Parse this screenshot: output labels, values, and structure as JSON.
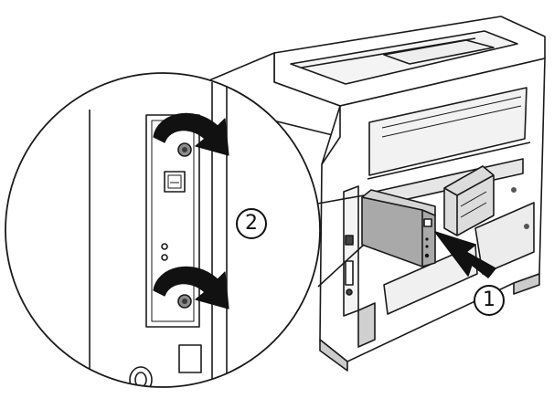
{
  "steps": [
    {
      "label": "1"
    },
    {
      "label": "2"
    }
  ],
  "colors": {
    "line": "#1a1a1a",
    "body": "#ffffff",
    "shade": "#d9d9d9",
    "dark_shade": "#8c8c8c",
    "card": "#a9a9a9",
    "arrow": "#111111"
  },
  "icons": [
    "printer-illustration",
    "interface-card",
    "insert-arrow",
    "screw-tighten-arrow",
    "magnifier-callout"
  ]
}
